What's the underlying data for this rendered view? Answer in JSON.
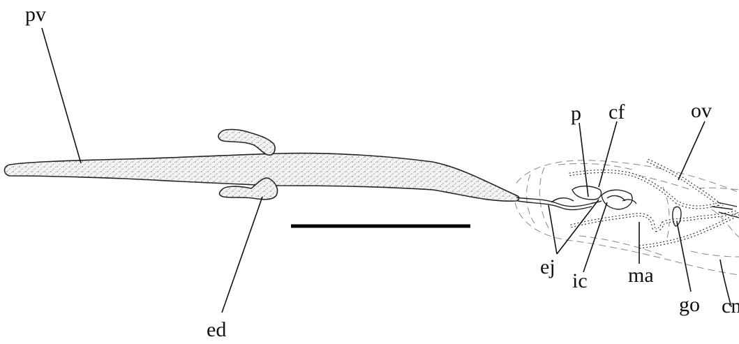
{
  "labels": {
    "pv": "pv",
    "ed": "ed",
    "p": "p",
    "cf": "cf",
    "ov": "ov",
    "ej": "ej",
    "ic": "ic",
    "ma": "ma",
    "go": "go",
    "cm": "cm"
  },
  "colors": {
    "ink": "#111111",
    "stipple": "#555555",
    "background": "#ffffff"
  }
}
